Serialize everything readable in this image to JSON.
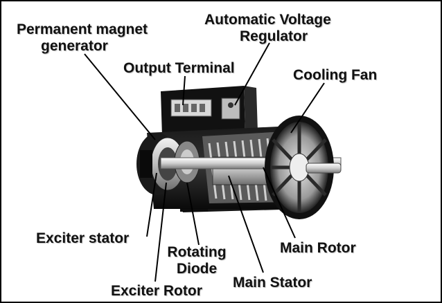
{
  "labels": {
    "permanent_magnet_generator_1": "Permanent magnet",
    "permanent_magnet_generator_2": "generator",
    "automatic_voltage_regulator_1": "Automatic Voltage",
    "automatic_voltage_regulator_2": "Regulator",
    "output_terminal": "Output Terminal",
    "cooling_fan": "Cooling Fan",
    "exciter_stator": "Exciter stator",
    "rotating_diode_1": "Rotating",
    "rotating_diode_2": "Diode",
    "exciter_rotor": "Exciter Rotor",
    "main_stator": "Main Stator",
    "main_rotor": "Main Rotor"
  }
}
